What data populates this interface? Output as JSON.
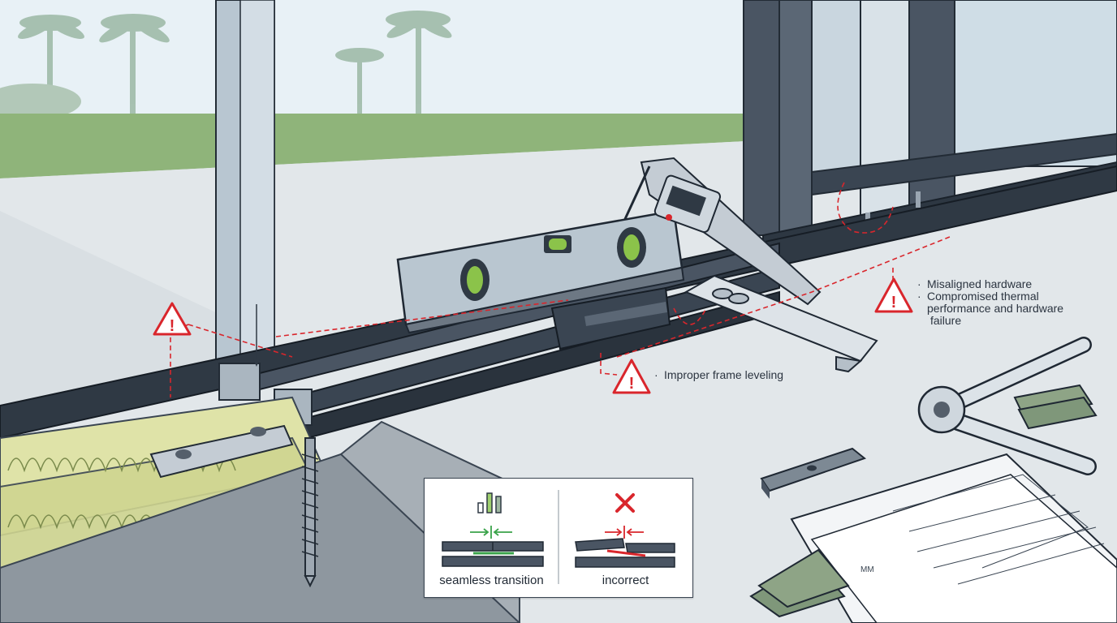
{
  "callouts": {
    "right": {
      "items": [
        "Misaligned hardware",
        "Compromised thermal",
        "performance and hardware",
        "failure"
      ]
    },
    "center": {
      "items": [
        "Improper frame leveling"
      ]
    }
  },
  "inset": {
    "left_label": "seamless transition",
    "right_label": "incorrect"
  },
  "drawing": {
    "labels": [
      "MM"
    ]
  },
  "colors": {
    "warning_red": "#d9262c",
    "frame_dark": "#3a4552",
    "insulation": "#dfe3a8",
    "sky": "#e8f1f6",
    "grass": "#8fb47a",
    "level_green": "#8bc34a"
  }
}
